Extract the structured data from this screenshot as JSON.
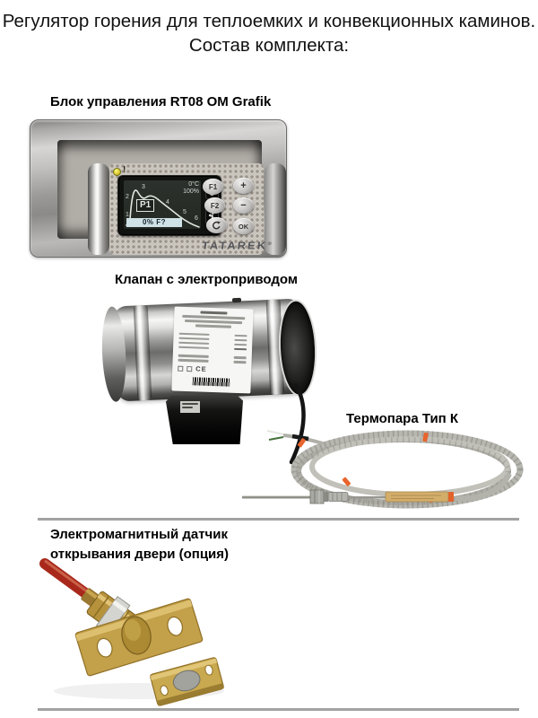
{
  "page": {
    "title_line1": "Регулятор горения для теплоемких и конвекционных каминов.",
    "title_line2": "Состав комплекта:"
  },
  "sections": {
    "control_unit": {
      "label": "Блок управления RT08 OM Grafik",
      "device": {
        "brand": "TATAREK",
        "registered_mark": "®",
        "lcd": {
          "phases": [
            "1",
            "2",
            "3",
            "4",
            "5",
            "6"
          ],
          "temp": "0°C",
          "percent": "100%",
          "program": "P1",
          "status": "0% F?"
        },
        "buttons": {
          "f1": "F1",
          "plus": "+",
          "f2": "F2",
          "minus": "−",
          "ok": "OK"
        },
        "icons": {
          "alarm_glyph": "!"
        }
      }
    },
    "valve": {
      "label": "Клапан с электроприводом",
      "spec_label": {
        "ce_mark": "CE"
      }
    },
    "thermocouple": {
      "label": "Термопара Тип К"
    },
    "door_sensor": {
      "label_line1": "Электромагнитный датчик",
      "label_line2": "открывания двери (опция)"
    }
  },
  "colors": {
    "divider": "#a2a2a2",
    "brass": "#c3a04a",
    "cable_red": "#a8291b",
    "tie_orange": "#e8642c",
    "lcd_status_bg": "#cfe2e6"
  }
}
